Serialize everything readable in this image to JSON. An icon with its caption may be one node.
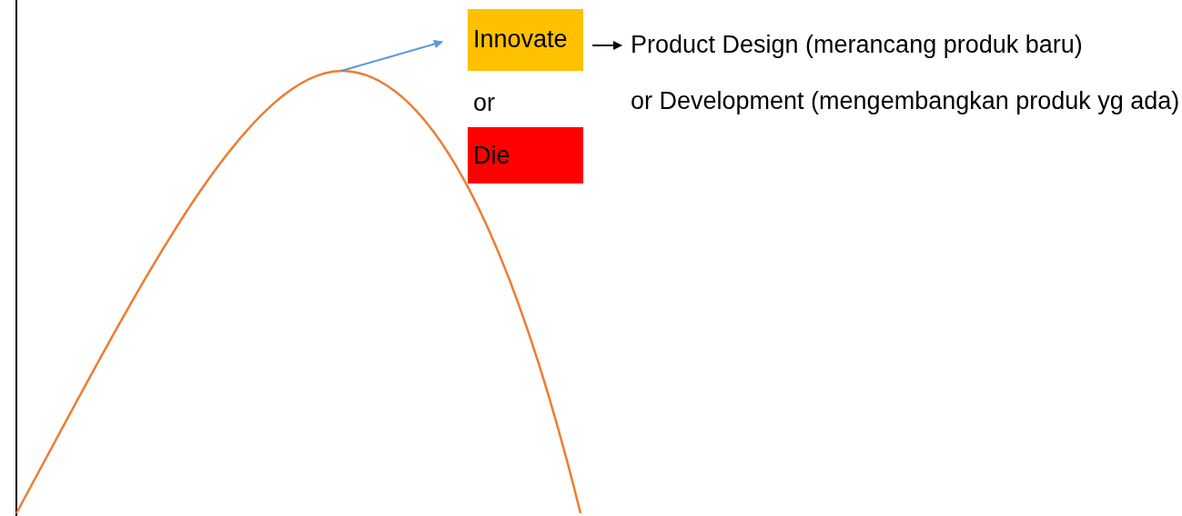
{
  "diagram": {
    "nodes": [
      {
        "text": [
          "Innovate"
        ]
      },
      {
        "text": [
          "or"
        ]
      },
      {
        "text": [
          "Die"
        ]
      },
      {
        "text": [
          "Product Design (merancang produk baru)"
        ]
      },
      {
        "text": [
          "or Development (mengembangkan produk yg ada)"
        ]
      }
    ],
    "edges": [
      {
        "from": null,
        "to": 0,
        "arrow": "to",
        "color": "#5b9bd5"
      },
      {
        "from": 0,
        "to": 3,
        "arrow": "to",
        "color": "#000000"
      }
    ]
  }
}
